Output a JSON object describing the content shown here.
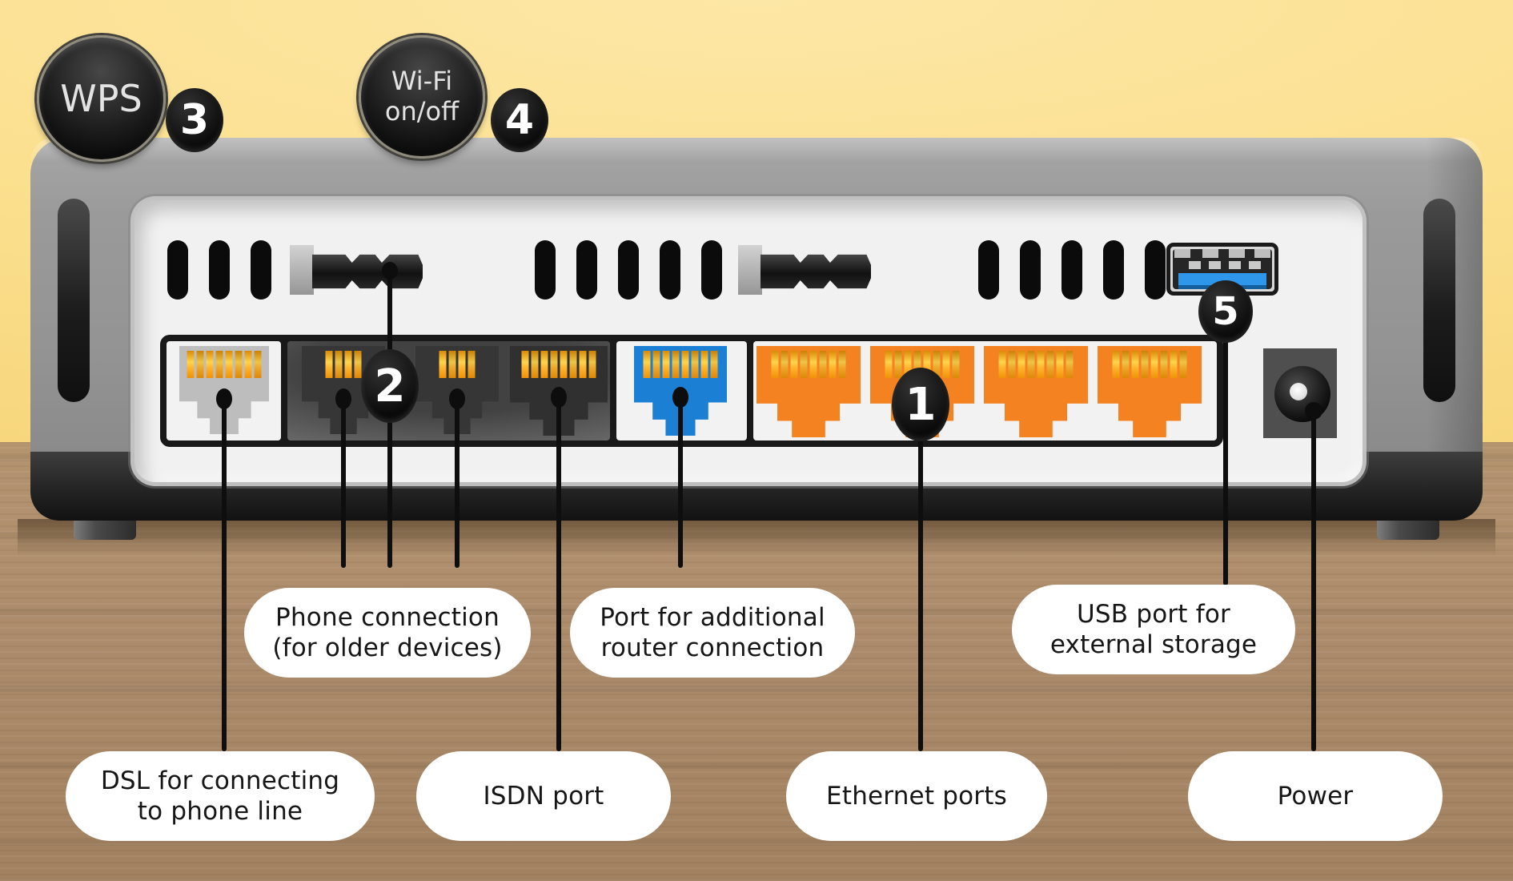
{
  "scene": {
    "description": "Back panel of a wireless DSL router with numbered callouts"
  },
  "buttons": {
    "wps": {
      "label": "WPS"
    },
    "wifi": {
      "label_line1": "Wi-Fi",
      "label_line2": "on/off"
    }
  },
  "badges": {
    "ethernet_ports": "1",
    "phone_ports": "2",
    "wps_button": "3",
    "wifi_button": "4",
    "usb_port": "5"
  },
  "callouts": {
    "phone": {
      "line1": "Phone connection",
      "line2": "(for older devices)"
    },
    "additional_router": {
      "line1": "Port for additional",
      "line2": "router connection"
    },
    "usb": {
      "line1": "USB port for",
      "line2": "external storage"
    },
    "dsl": {
      "line1": "DSL for connecting",
      "line2": "to phone line"
    },
    "isdn": {
      "line1": "ISDN port"
    },
    "ethernet": {
      "line1": "Ethernet ports"
    },
    "power": {
      "line1": "Power"
    }
  },
  "ports": {
    "dsl": {
      "count": 1,
      "color": "#bdbdbd"
    },
    "phone": {
      "count": 2,
      "color": "#363636"
    },
    "isdn": {
      "count": 1,
      "color": "#303030"
    },
    "additional_router": {
      "count": 1,
      "color": "#1b7fd4"
    },
    "ethernet": {
      "count": 4,
      "color": "#f58220"
    },
    "usb": {
      "count": 1,
      "color": "#2f97ea"
    },
    "power": {
      "count": 1,
      "color": "#4f4f4f"
    }
  },
  "colors": {
    "wall": "#fbdf8d",
    "wood": "#ab8b6b",
    "router_body": "#979797",
    "front_panel": "#f1f1f1",
    "callout_bg": "#ffffff",
    "annotation_line": "#0e0e0e"
  }
}
